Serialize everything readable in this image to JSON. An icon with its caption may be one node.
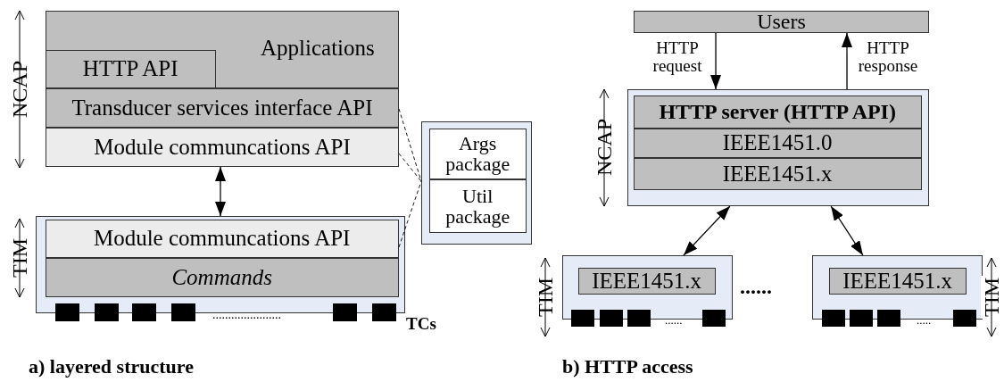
{
  "diagram": {
    "nodes": [
      {
        "text": [
          "Applications"
        ]
      },
      {
        "text": [
          "HTTP API"
        ],
        "in": 0
      },
      {
        "text": [
          "Transducer services interface API"
        ]
      },
      {
        "text": [
          "Module communcations API"
        ]
      },
      {
        "text": [],
        "shape": "box"
      },
      {
        "text": [
          "Module communcations API"
        ],
        "in": 4
      },
      {
        "text": [
          "Commands"
        ],
        "in": 4
      },
      {
        "text": [],
        "shape": "box"
      },
      {
        "text": [
          "Args package"
        ],
        "in": 7
      },
      {
        "text": [
          "Util package"
        ],
        "in": 7
      },
      {
        "text": [
          "Users"
        ]
      },
      {
        "text": [],
        "shape": "box"
      },
      {
        "text": [
          "HTTP server (HTTP API)"
        ],
        "in": 11
      },
      {
        "text": [
          "IEEE1451.0"
        ],
        "in": 11
      },
      {
        "text": [
          "IEEE1451.x"
        ],
        "in": 11
      },
      {
        "text": [],
        "shape": "box"
      },
      {
        "text": [
          "IEEE1451.x"
        ],
        "in": 15
      },
      {
        "text": [],
        "shape": "box"
      },
      {
        "text": [
          "IEEE1451.x"
        ],
        "in": 17
      }
    ],
    "edges": [
      {
        "from": 3,
        "to": 4,
        "arrow": "both"
      },
      {
        "from": 2,
        "to": 7,
        "arrow": "none",
        "style": "dashed"
      },
      {
        "from": 3,
        "to": 7,
        "arrow": "none",
        "style": "dashed"
      },
      {
        "from": 5,
        "to": 7,
        "arrow": "none",
        "style": "dashed"
      },
      {
        "from": 10,
        "to": 11,
        "arrow": "to",
        "label": "HTTP request"
      },
      {
        "from": 11,
        "to": 10,
        "arrow": "to",
        "label": "HTTP response"
      },
      {
        "from": 11,
        "to": 15,
        "arrow": "both"
      },
      {
        "from": 11,
        "to": 17,
        "arrow": "both"
      }
    ],
    "labels": [
      "NCAP",
      "TIM",
      "......................",
      "TCs",
      "a) layered structure",
      "NCAP",
      "TIM",
      "......",
      "......",
      ".....",
      "TIM",
      "b) HTTP access"
    ]
  }
}
